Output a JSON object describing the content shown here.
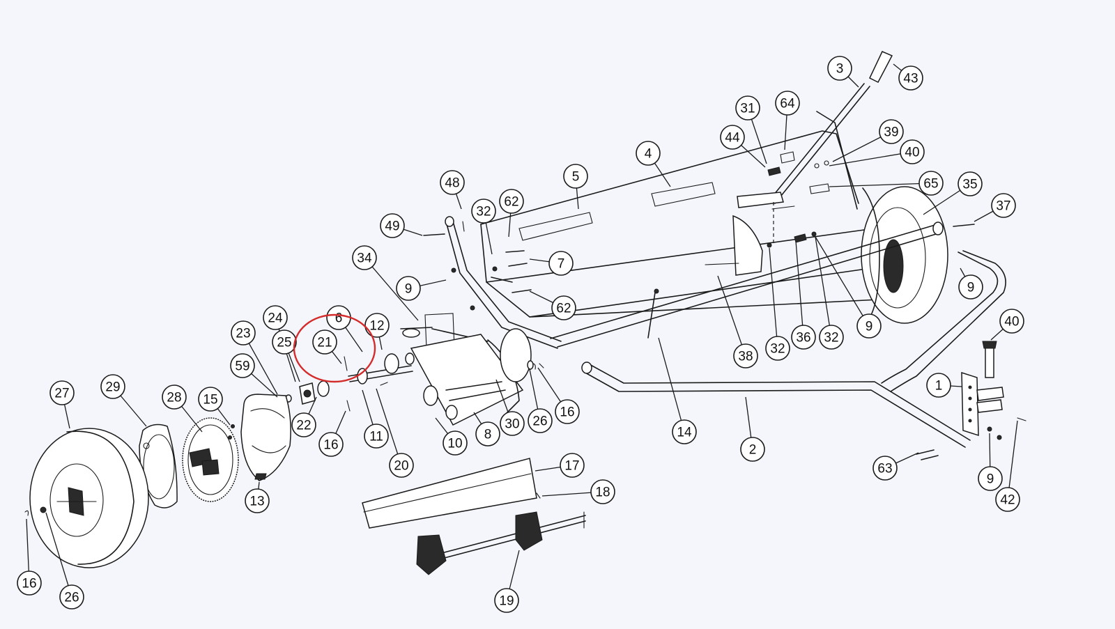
{
  "highlight": {
    "target_callout": "21",
    "color": "#d42b2b"
  },
  "callouts": [
    {
      "id": "c1",
      "label": "1"
    },
    {
      "id": "c2",
      "label": "2"
    },
    {
      "id": "c3",
      "label": "3"
    },
    {
      "id": "c4",
      "label": "4"
    },
    {
      "id": "c5",
      "label": "5"
    },
    {
      "id": "c6",
      "label": "6"
    },
    {
      "id": "c7",
      "label": "7"
    },
    {
      "id": "c8",
      "label": "8"
    },
    {
      "id": "c9a",
      "label": "9"
    },
    {
      "id": "c9b",
      "label": "9"
    },
    {
      "id": "c9c",
      "label": "9"
    },
    {
      "id": "c9d",
      "label": "9"
    },
    {
      "id": "c10",
      "label": "10"
    },
    {
      "id": "c11",
      "label": "11"
    },
    {
      "id": "c12",
      "label": "12"
    },
    {
      "id": "c13",
      "label": "13"
    },
    {
      "id": "c14",
      "label": "14"
    },
    {
      "id": "c15",
      "label": "15"
    },
    {
      "id": "c16a",
      "label": "16"
    },
    {
      "id": "c16b",
      "label": "16"
    },
    {
      "id": "c16c",
      "label": "16"
    },
    {
      "id": "c17",
      "label": "17"
    },
    {
      "id": "c18",
      "label": "18"
    },
    {
      "id": "c19",
      "label": "19"
    },
    {
      "id": "c20",
      "label": "20"
    },
    {
      "id": "c21",
      "label": "21"
    },
    {
      "id": "c22",
      "label": "22"
    },
    {
      "id": "c23",
      "label": "23"
    },
    {
      "id": "c24",
      "label": "24"
    },
    {
      "id": "c25",
      "label": "25"
    },
    {
      "id": "c26a",
      "label": "26"
    },
    {
      "id": "c26b",
      "label": "26"
    },
    {
      "id": "c27",
      "label": "27"
    },
    {
      "id": "c28",
      "label": "28"
    },
    {
      "id": "c29",
      "label": "29"
    },
    {
      "id": "c30",
      "label": "30"
    },
    {
      "id": "c31",
      "label": "31"
    },
    {
      "id": "c32a",
      "label": "32"
    },
    {
      "id": "c32b",
      "label": "32"
    },
    {
      "id": "c32c",
      "label": "32"
    },
    {
      "id": "c34",
      "label": "34"
    },
    {
      "id": "c35",
      "label": "35"
    },
    {
      "id": "c36",
      "label": "36"
    },
    {
      "id": "c37",
      "label": "37"
    },
    {
      "id": "c38",
      "label": "38"
    },
    {
      "id": "c39",
      "label": "39"
    },
    {
      "id": "c40a",
      "label": "40"
    },
    {
      "id": "c40b",
      "label": "40"
    },
    {
      "id": "c42",
      "label": "42"
    },
    {
      "id": "c43",
      "label": "43"
    },
    {
      "id": "c44",
      "label": "44"
    },
    {
      "id": "c48",
      "label": "48"
    },
    {
      "id": "c49",
      "label": "49"
    },
    {
      "id": "c59",
      "label": "59"
    },
    {
      "id": "c62a",
      "label": "62"
    },
    {
      "id": "c62b",
      "label": "62"
    },
    {
      "id": "c63",
      "label": "63"
    },
    {
      "id": "c64",
      "label": "64"
    },
    {
      "id": "c65",
      "label": "65"
    }
  ]
}
